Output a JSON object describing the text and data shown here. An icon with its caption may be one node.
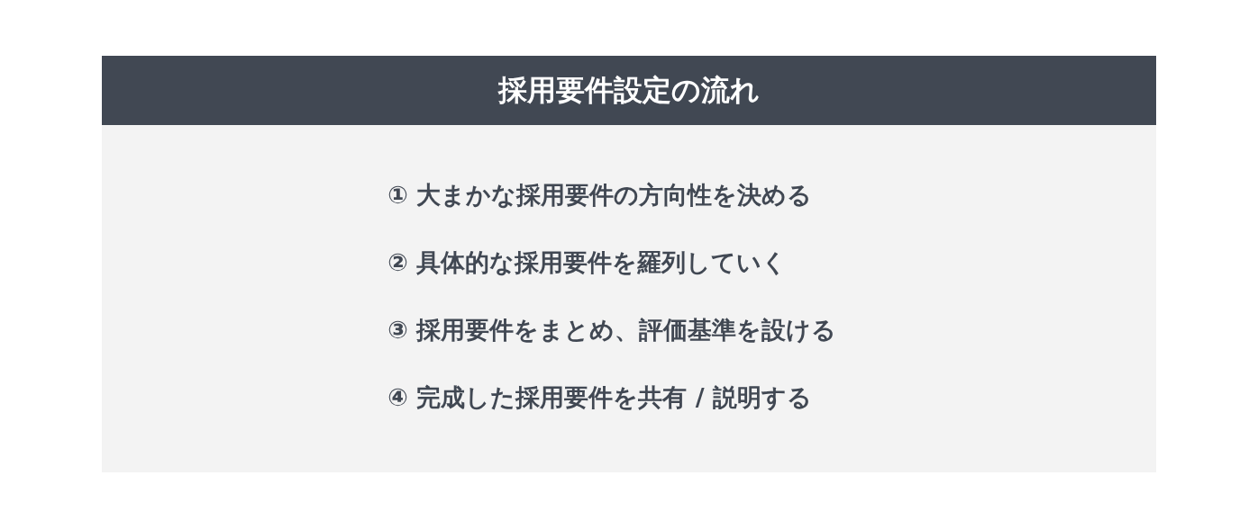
{
  "diagram": {
    "title": "採用要件設定の流れ",
    "labels": [
      "① 大まかな採用要件の方向性を決める",
      "② 具体的な採用要件を羅列していく",
      "③ 採用要件をまとめ、評価基準を設ける",
      "④ 完成した採用要件を共有 / 説明する"
    ]
  }
}
